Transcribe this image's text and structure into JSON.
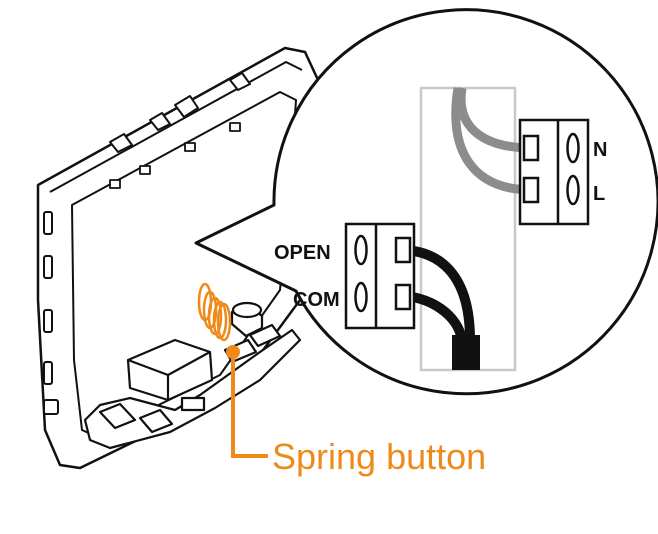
{
  "labels": {
    "open": "OPEN",
    "com": "COM",
    "n": "N",
    "l": "L",
    "callout": "Spring button"
  },
  "colors": {
    "accent": "#ef8a1a",
    "outline": "#111111",
    "wire_gray": "#8c8c8c",
    "wire_black": "#111111",
    "panel_gray": "#c8c8c8"
  }
}
